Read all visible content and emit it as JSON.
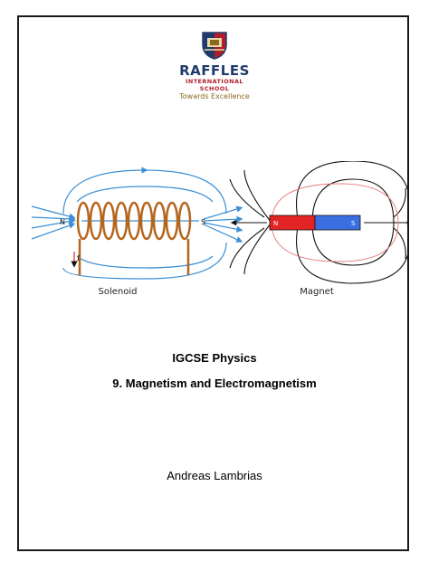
{
  "header": {
    "school_name": "RAFFLES",
    "school_sub_line1": "INTERNATIONAL",
    "school_sub_line2": "SCHOOL",
    "tagline": "Towards Excellence"
  },
  "figures": {
    "solenoid_caption": "Solenoid",
    "magnet_caption": "Magnet",
    "solenoid_north": "N",
    "solenoid_south": "S",
    "current_label": "I",
    "magnet_north": "N",
    "magnet_south": "S"
  },
  "title": {
    "subject": "IGCSE Physics",
    "chapter": "9. Magnetism and Electromagnetism"
  },
  "author": "Andreas Lambrias",
  "colors": {
    "brand_navy": "#1f3a6b",
    "brand_red": "#b01e2a",
    "brand_gold": "#8a6a1d",
    "field_line_blue": "#3a8fd6",
    "coil_copper": "#b5651d",
    "magnet_red": "#e32424",
    "magnet_blue": "#3b6fe0"
  }
}
